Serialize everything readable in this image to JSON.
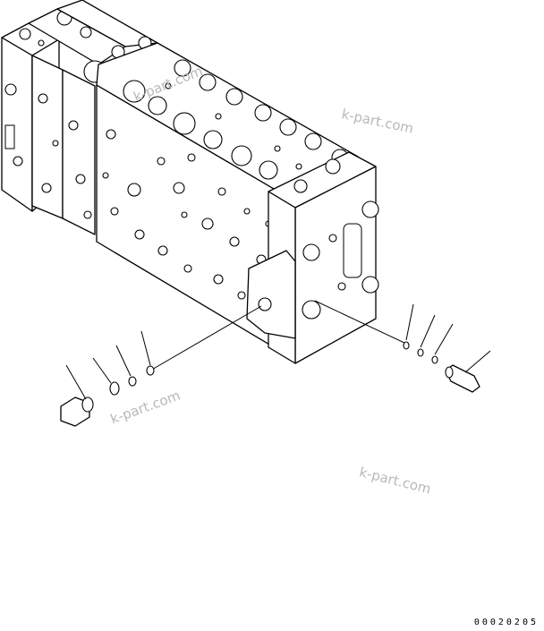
{
  "watermarks": [
    "k-part.com",
    "k-part.com",
    "k-part.com",
    "k-part.com"
  ],
  "drawing_code": "00020205"
}
